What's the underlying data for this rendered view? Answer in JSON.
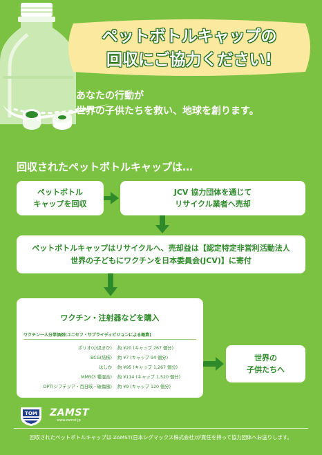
{
  "colors": {
    "background": "#7cc242",
    "accent_dark": "#2f8a2a",
    "banner_yellow": "#fbe9a0",
    "white": "#ffffff"
  },
  "headline": {
    "line1": "ペットボトルキャップの",
    "line2": "回収にご協力ください!"
  },
  "tagline": {
    "line1": "あなたの行動が",
    "line2": "世界の子供たちを救い、地球を創ります。"
  },
  "section_title": "回収されたペットボトルキャップは…",
  "flow": {
    "step1": {
      "line1": "ペットボトル",
      "line2": "キャップを回収"
    },
    "step2": {
      "line1": "JCV 協力団体を通じて",
      "line2": "リサイクル業者へ売却"
    },
    "step3": {
      "line1": "ペットボトルキャップはリサイクルへ、売却益は【認定特定非営利活動法人",
      "line2": "世界の子どもにワクチンを日本委員会(JCV)】に寄付"
    },
    "step4": {
      "title": "ワクチン・注射器などを購入",
      "note": "ワクチン一人分単価例(ユニセフ・サプライディビジョンによる概算)",
      "vaccines": [
        {
          "name": "ポリオ(小児まひ)",
          "price": "約 ¥20 (キャップ 267 個分)"
        },
        {
          "name": "BCG(結核)",
          "price": "約 ¥7 (キャップ 94 個分)"
        },
        {
          "name": "はしか",
          "price": "約 ¥95 (キャップ 1,267 個分)"
        },
        {
          "name": "MMR(3 種混合)",
          "price": "約 ¥114 (キャップ 1,520 個分)"
        },
        {
          "name": "DPT(ジフテリア・百日咳・破傷風)",
          "price": "約 ¥9 (キャップ 120 個分)"
        }
      ]
    },
    "step5": {
      "line1": "世界の",
      "line2": "子供たちへ"
    }
  },
  "logos": {
    "tom": "TOM",
    "zamst": "ZAMST",
    "zamst_url": "www.zamst.jp"
  },
  "footer": "回収されたペットボトルキャップは ZAMST(日本シグマックス株式会社)が責任を持って協力団体へお送りします。"
}
